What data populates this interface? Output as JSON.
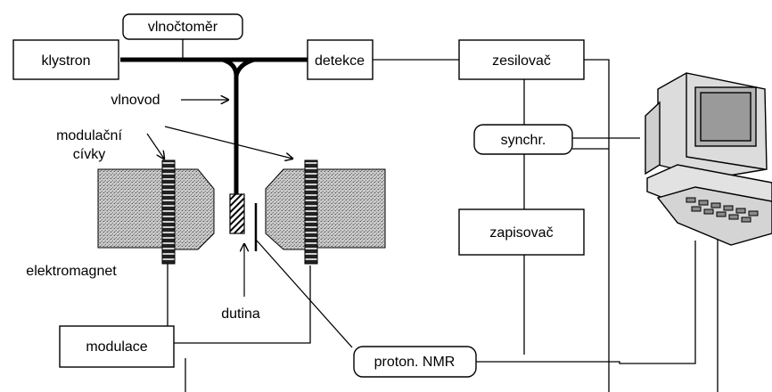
{
  "labels": {
    "klystron": "klystron",
    "vlnocetmer": "vlnočtoměr",
    "detekce": "detekce",
    "zesilovac": "zesilovač",
    "vlnovod": "vlnovod",
    "modulacni_line1": "modulační",
    "modulacni_line2": "cívky",
    "synchr": "synchr.",
    "zapisovac": "zapisovač",
    "elektromagnet": "elektromagnet",
    "dutina": "dutina",
    "modulace": "modulace",
    "proton_nmr": "proton. NMR"
  }
}
